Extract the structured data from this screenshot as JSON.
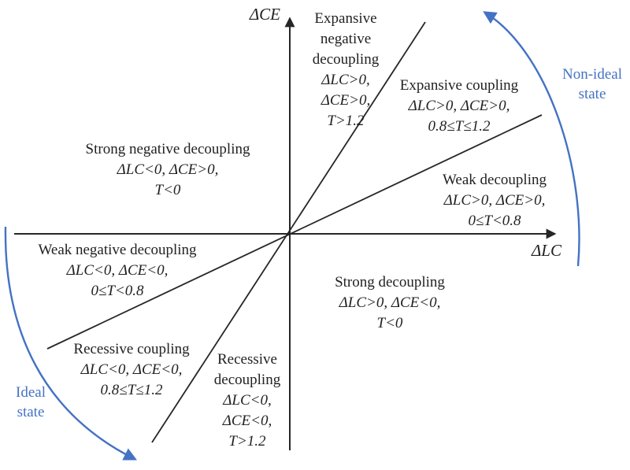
{
  "colors": {
    "line": "#262626",
    "text": "#222222",
    "accent_blue": "#4472c4",
    "background": "#ffffff"
  },
  "axes": {
    "y_label": "ΔCE",
    "x_label": "ΔLC"
  },
  "regions": [
    {
      "id": "expansive-negative-decoupling",
      "name_lines": [
        "Expansive",
        "negative",
        "decoupling"
      ],
      "cond_lines": [
        "ΔLC>0,",
        "ΔCE>0,",
        "T>1.2"
      ]
    },
    {
      "id": "expansive-coupling",
      "name_lines": [
        "Expansive coupling"
      ],
      "cond_lines": [
        "ΔLC>0, ΔCE>0,",
        "0.8≤T≤1.2"
      ]
    },
    {
      "id": "weak-decoupling",
      "name_lines": [
        "Weak decoupling"
      ],
      "cond_lines": [
        "ΔLC>0, ΔCE>0,",
        "0≤T<0.8"
      ]
    },
    {
      "id": "strong-negative-decoupling",
      "name_lines": [
        "Strong negative decoupling"
      ],
      "cond_lines": [
        "ΔLC<0, ΔCE>0,",
        "T<0"
      ]
    },
    {
      "id": "weak-negative-decoupling",
      "name_lines": [
        "Weak negative decoupling"
      ],
      "cond_lines": [
        "ΔLC<0, ΔCE<0,",
        "0≤T<0.8"
      ]
    },
    {
      "id": "recessive-coupling",
      "name_lines": [
        "Recessive coupling"
      ],
      "cond_lines": [
        "ΔLC<0, ΔCE<0,",
        "0.8≤T≤1.2"
      ]
    },
    {
      "id": "recessive-decoupling",
      "name_lines": [
        "Recessive",
        "decoupling"
      ],
      "cond_lines": [
        "ΔLC<0,",
        "ΔCE<0,",
        "T>1.2"
      ]
    },
    {
      "id": "strong-decoupling",
      "name_lines": [
        "Strong decoupling"
      ],
      "cond_lines": [
        "ΔLC>0, ΔCE<0,",
        "T<0"
      ]
    }
  ],
  "annotations": {
    "non_ideal_lines": [
      "Non-ideal",
      "state"
    ],
    "ideal_lines": [
      "Ideal",
      "state"
    ]
  }
}
